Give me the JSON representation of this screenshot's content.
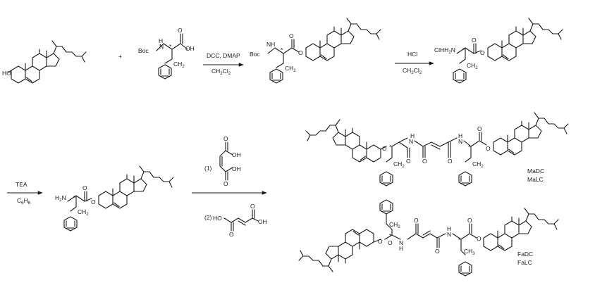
{
  "reagents": {
    "step1_top": "DCC, DMAP",
    "step2_top": "HCl",
    "step3_top": "TEA",
    "step4_opt1": "(1)",
    "step4_opt2": "(2)"
  },
  "solvents": {
    "dcm_main": "CH",
    "dcm_sub1": "2",
    "dcm_cl": "Cl",
    "dcm_sub2": "2",
    "benzene_main": "C",
    "benzene_sub1": "6",
    "benzene_h": "H",
    "benzene_sub2": "6"
  },
  "atoms": {
    "ho": "HO",
    "boc": "Boc",
    "nh": "NH",
    "h": "H",
    "n": "N",
    "o": "O",
    "oh": "OH",
    "ho2": "HO",
    "clhh2n": "ClHH",
    "h2n": "H",
    "n_sub": "2",
    "ch": "CH",
    "ch_sub": "2",
    "ch3": "CH",
    "ch3_sub": "3",
    "plus": "+",
    "star": "*"
  },
  "codes": {
    "madc": "MaDC",
    "malc": "MaLC",
    "fadc": "FaDC",
    "falc": "FaLC"
  },
  "colors": {
    "ink": "#1a1a1a",
    "background": "#ffffff"
  }
}
